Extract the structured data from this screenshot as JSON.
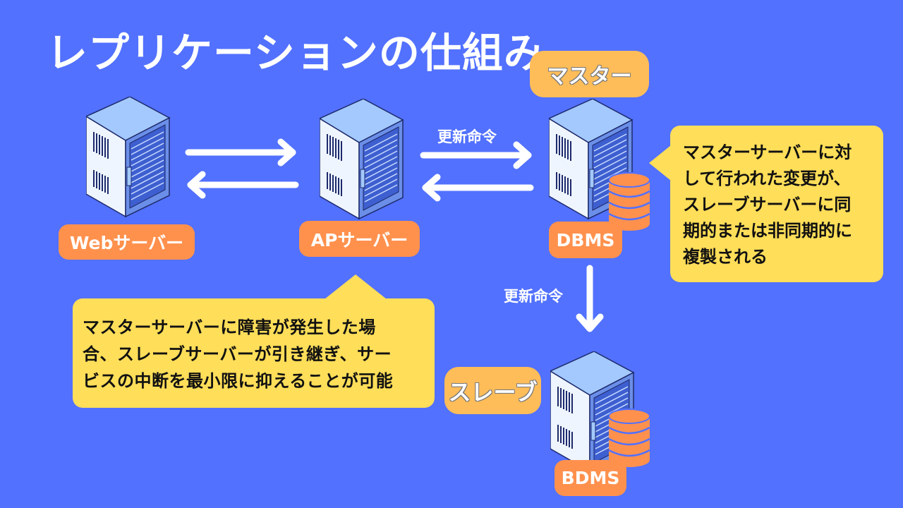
{
  "title": "レプリケーションの仕組み",
  "colors": {
    "background": "#5271ff",
    "label_orange": "#ff914d",
    "role_label": "#ffbd59",
    "bubble": "#ffde59",
    "arrow": "#ffffff",
    "database": "#ff914d"
  },
  "nodes": {
    "web_server": {
      "label": "Webサーバー",
      "icon": "server-rack-icon"
    },
    "ap_server": {
      "label": "APサーバー",
      "icon": "server-rack-icon"
    },
    "master_db": {
      "role": "マスター",
      "label": "DBMS",
      "icon": "server-rack-icon",
      "badge_icon": "database-icon"
    },
    "slave_db": {
      "role": "スレーブ",
      "label": "BDMS",
      "icon": "server-rack-icon",
      "badge_icon": "database-icon"
    }
  },
  "edges": {
    "web_to_ap": {
      "direction": "right"
    },
    "ap_to_web": {
      "direction": "left"
    },
    "ap_to_master": {
      "direction": "right",
      "label": "更新命令"
    },
    "master_to_ap": {
      "direction": "left"
    },
    "master_to_slave": {
      "direction": "down",
      "label": "更新命令"
    }
  },
  "callouts": {
    "replication": {
      "lines": [
        "マスターサーバーに対",
        "して行われた変更が、",
        "スレーブサーバーに同",
        "期的または非同期的に",
        "複製される"
      ]
    },
    "failover": {
      "lines": [
        "マスターサーバーに障害が発生した場",
        "合、スレーブサーバーが引き継ぎ、サー",
        "ビスの中断を最小限に抑えることが可能"
      ]
    }
  }
}
